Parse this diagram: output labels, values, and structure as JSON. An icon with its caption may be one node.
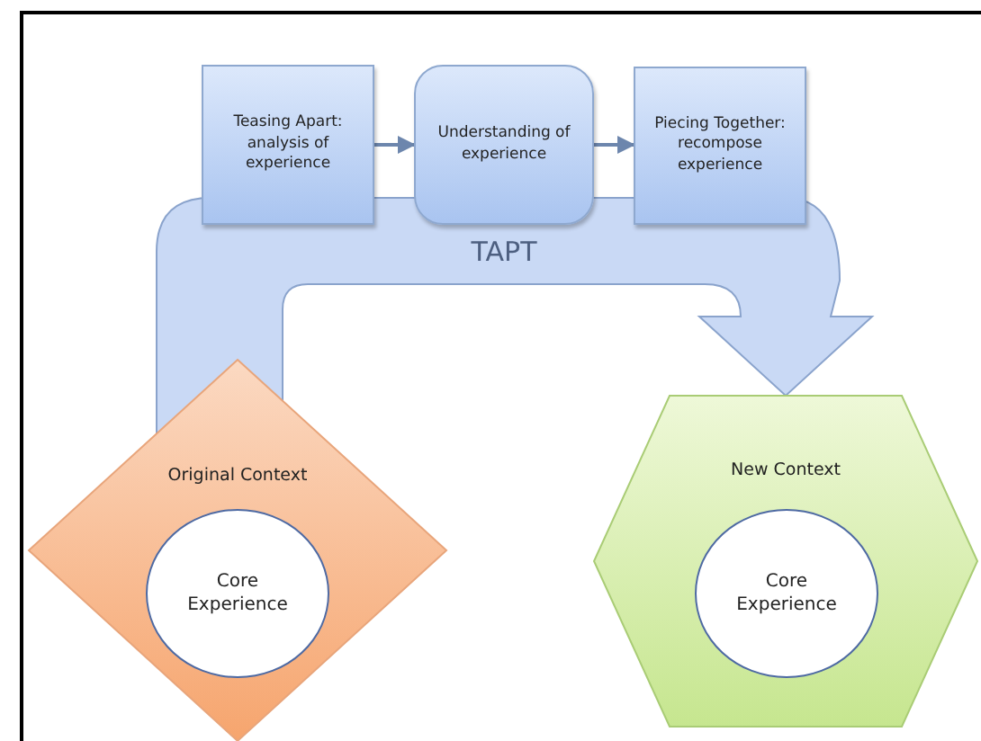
{
  "diagram": {
    "nodes": [
      {
        "text": [
          "Teasing Apart: analysis of experience"
        ]
      },
      {
        "text": [
          "Understanding of experience"
        ]
      },
      {
        "text": [
          "Piecing Together: recompose experience"
        ]
      },
      {
        "text": [
          "Original Context"
        ]
      },
      {
        "text": [
          "Core Experience"
        ],
        "in": 3
      },
      {
        "text": [
          "New Context"
        ]
      },
      {
        "text": [
          "Core Experience"
        ],
        "in": 5
      }
    ],
    "edges": [
      {
        "from": 0,
        "to": 1,
        "arrow": "to"
      },
      {
        "from": 1,
        "to": 2,
        "arrow": "to"
      },
      {
        "from": 3,
        "to": 5,
        "arrow": "to",
        "label": "TAPT",
        "style": "thick"
      }
    ]
  }
}
